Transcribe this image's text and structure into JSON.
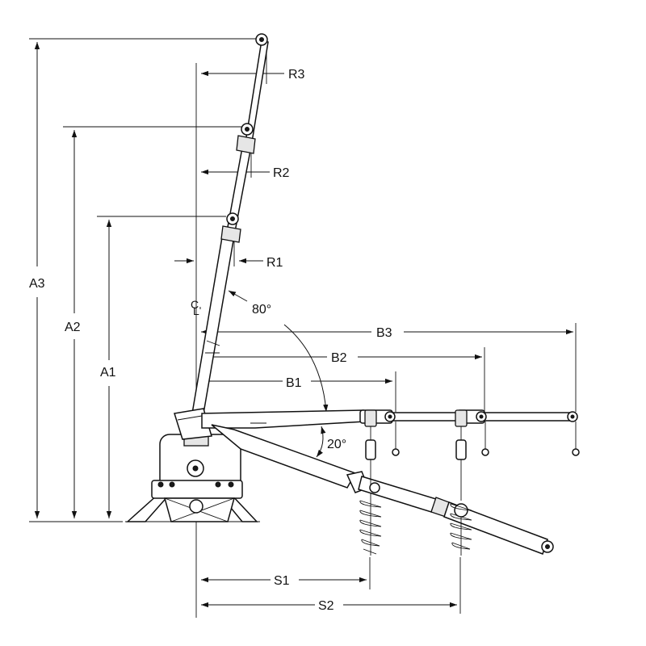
{
  "labels": {
    "a1": "A1",
    "a2": "A2",
    "a3": "A3",
    "r1": "R1",
    "r2": "R2",
    "r3": "R3",
    "b1": "B1",
    "b2": "B2",
    "b3": "B3",
    "s1": "S1",
    "s2": "S2",
    "angle_mast": "80°",
    "angle_boom": "20°",
    "centerline": "C",
    "centerline_sub": "L"
  },
  "colors": {
    "line": "#111111",
    "fill": "#ffffff",
    "shade": "#e6e6e6"
  },
  "icons": [
    "arrowhead-icon",
    "hook-icon",
    "centerline-symbol"
  ]
}
